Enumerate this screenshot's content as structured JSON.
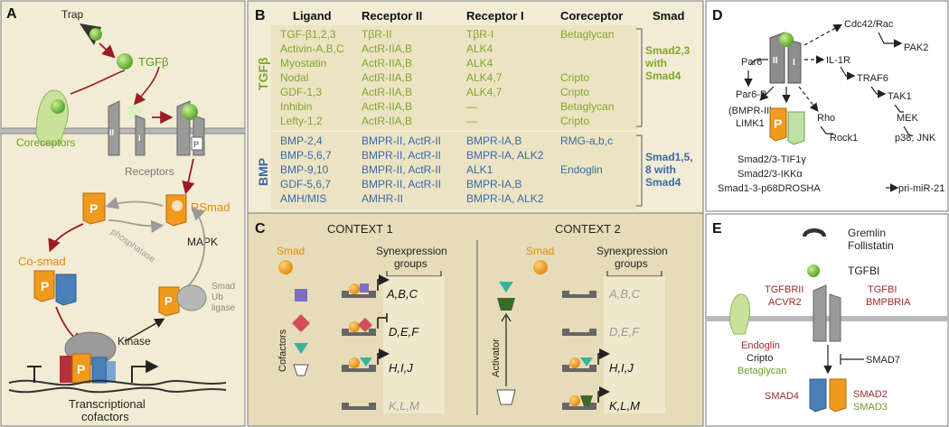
{
  "colors": {
    "panel_bg": "#f3ecd4",
    "panel_bg_dark": "#e7dcb9",
    "tgfb_green": "#7fa72c",
    "bmp_blue": "#3a6aa8",
    "smad_orange": "#f09a1e",
    "smad_blue": "#4a7fb8",
    "arrow_red": "#9a1c24",
    "grey_receptor": "#8d8d8d",
    "dark_red_text": "#a12a2a",
    "ligand_green": "#7cc244"
  },
  "panel_a": {
    "letter": "A",
    "trap": "Trap",
    "ligand": "TGFβ",
    "coreceptors": "Coreceptors",
    "receptors": "Receptors",
    "rec_ii": "II",
    "rec_i": "I",
    "p": "P",
    "rsmad": "RSmad",
    "cosmad": "Co-smad",
    "phosphatase": "phosphatase",
    "mapk": "MAPK",
    "kinase": "Kinase",
    "smad_ub_ligase": [
      "Smad",
      "Ub",
      "ligase"
    ],
    "transcriptional_cofactors": [
      "Transcriptional",
      "cofactors"
    ]
  },
  "panel_b": {
    "letter": "B",
    "headers": [
      "Ligand",
      "Receptor II",
      "Receptor I",
      "Coreceptor",
      "Smad"
    ],
    "tgfb_label": "TGFβ",
    "bmp_label": "BMP",
    "tgfb_rows": [
      [
        "TGF-β1,2,3",
        "TβR-II",
        "TβR-I",
        "Betaglycan"
      ],
      [
        "Activin-A,B,C",
        "ActR-IIA,B",
        "ALK4",
        ""
      ],
      [
        "Myostatin",
        "ActR-IIA,B",
        "ALK4",
        ""
      ],
      [
        "Nodal",
        "ActR-IIA,B",
        "ALK4,7",
        "Cripto"
      ],
      [
        "GDF-1,3",
        "ActR-IIA,B",
        "ALK4,7",
        "Cripto"
      ],
      [
        "Inhibin",
        "ActR-IIA,B",
        "—",
        "Betaglycan"
      ],
      [
        "Lefty-1,2",
        "ActR-IIA,B",
        "—",
        "Cripto"
      ]
    ],
    "tgfb_smad": [
      "Smad2,3",
      "with",
      "Smad4"
    ],
    "bmp_rows": [
      [
        "BMP-2,4",
        "BMPR-II, ActR-II",
        "BMPR-IA,B",
        "RMG-a,b,c"
      ],
      [
        "BMP-5,6,7",
        "BMPR-II, ActR-II",
        "BMPR-IA, ALK2",
        ""
      ],
      [
        "BMP-9,10",
        "BMPR-II, ActR-II",
        "ALK1",
        "Endoglin"
      ],
      [
        "GDF-5,6,7",
        "BMPR-II, ActR-II",
        "BMPR-IA,B",
        ""
      ],
      [
        "AMH/MIS",
        "AMHR-II",
        "BMPR-IA, ALK2",
        ""
      ]
    ],
    "bmp_smad": [
      "Smad1,5,",
      "8 with",
      "Smad4"
    ]
  },
  "panel_c": {
    "letter": "C",
    "context1": "CONTEXT 1",
    "context2": "CONTEXT 2",
    "smad": "Smad",
    "synexpression": [
      "Synexpression",
      "groups"
    ],
    "cofactors": "Cofactors",
    "activator": "Activator",
    "groups1": [
      "A,B,C",
      "D,E,F",
      "H,I,J",
      "K,L,M"
    ],
    "groups2": [
      "A,B,C",
      "D,E,F",
      "H,I,J",
      "K,L,M"
    ]
  },
  "panel_d": {
    "letter": "D",
    "rec_ii": "II",
    "rec_i": "I",
    "p": "P",
    "par6": "Par6",
    "par6p": "Par6-P",
    "cdc42": "Cdc42/Rac",
    "pak2": "PAK2",
    "il1r": "IL-1R",
    "traf6": "TRAF6",
    "tak1": "TAK1",
    "mek": "MEK",
    "p38": "p38, JNK",
    "bmprii": "(BMPR-II)",
    "limk1": "LIMK1",
    "rho": "Rho",
    "rock1": "Rock1",
    "smad_lines": [
      "Smad2/3-TIF1γ",
      "Smad2/3-IKKα",
      "Smad1-3-p68DROSHA"
    ],
    "mir21": "pri-miR-21"
  },
  "panel_e": {
    "letter": "E",
    "gremlin": "Gremlin",
    "follistatin": "Follistatin",
    "tgfbi_legend": "TGFBI",
    "tgfbrii": "TGFBRII",
    "acvr2": "ACVR2",
    "tgfbi": "TGFBI",
    "bmpbria": "BMPBRIA",
    "endoglin": "Endoglin",
    "cripto": "Cripto",
    "betaglycan": "Betaglycan",
    "smad7": "SMAD7",
    "smad4": "SMAD4",
    "smad2": "SMAD2",
    "smad3": "SMAD3"
  }
}
